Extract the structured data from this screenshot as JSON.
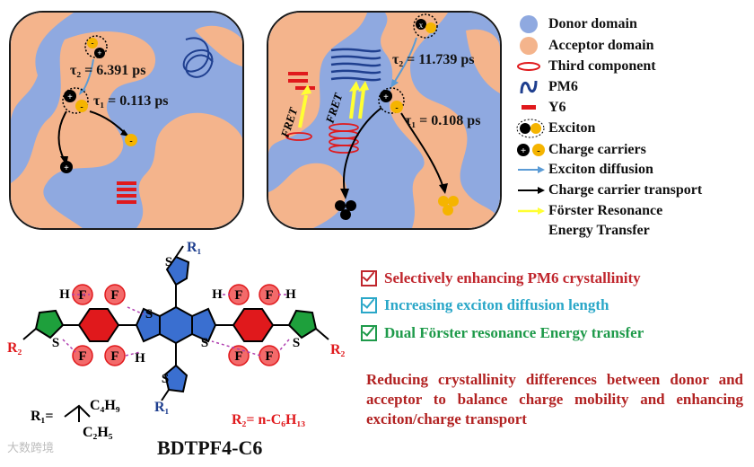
{
  "left_panel": {
    "tau2": "τ₂ = 6.391 ps",
    "tau1": "τ₁ = 0.113 ps"
  },
  "right_panel": {
    "tau2": "τ₂ = 11.739 ps",
    "tau1": "τ₁ = 0.108 ps",
    "fret_label": "FRET"
  },
  "legend": {
    "items": [
      {
        "label": "Donor domain",
        "icon": "donor-domain-icon",
        "color": "#8fa9e0"
      },
      {
        "label": "Acceptor domain",
        "icon": "acceptor-domain-icon",
        "color": "#f4b48c"
      },
      {
        "label": "Third component",
        "icon": "third-component-icon",
        "color": "#e0191c"
      },
      {
        "label": "PM6",
        "icon": "pm6-icon",
        "color": "#1f3f8f"
      },
      {
        "label": "Y6",
        "icon": "y6-icon",
        "color": "#e0191c"
      },
      {
        "label": "Exciton",
        "icon": "exciton-icon",
        "color": "#f5b400"
      },
      {
        "label": "Charge carriers",
        "icon": "charge-carriers-icon",
        "color": "#000000"
      },
      {
        "label": "Exciton diffusion",
        "icon": "exciton-diffusion-icon",
        "color": "#5b9bd5"
      },
      {
        "label": "Charge carrier transport",
        "icon": "charge-transport-icon",
        "color": "#000000"
      },
      {
        "label": "Förster Resonance",
        "icon": "fret-arrow-icon",
        "color": "#ffff33"
      },
      {
        "label": "Energy Transfer",
        "icon": "",
        "color": ""
      }
    ]
  },
  "molecule": {
    "name": "BDTPF4-C6",
    "r1_top": "R₁",
    "r1_bottom": "R₁",
    "r2_left": "R₂",
    "r2_right": "R₂",
    "r1_def_left": "R₁=",
    "r1_def_c4": "C₄H₉",
    "r1_def_c2": "C₂H₅",
    "r2_def": "R₂= n-C₆H₁₃",
    "atom_f": "F",
    "atom_s": "S",
    "atom_h": "H"
  },
  "checks": [
    {
      "text": "Selectively enhancing PM6 crystallinity",
      "color": "#c0262d"
    },
    {
      "text": "Increasing exciton diffusion length",
      "color": "#2aa7c8"
    },
    {
      "text": "Dual Förster resonance Energy transfer",
      "color": "#1e9a4a"
    }
  ],
  "summary": "Reducing crystallinity differences between donor and acceptor to balance charge mobility and enhancing exciton/charge transport",
  "watermark": "大数跨境"
}
